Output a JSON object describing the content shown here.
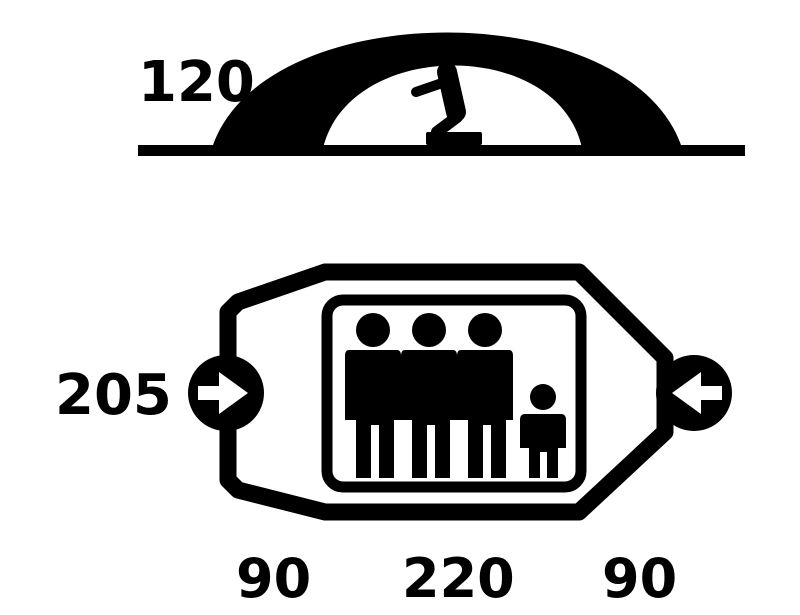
{
  "dimensions": {
    "height": "120",
    "width": "205",
    "vestibule_left": "90",
    "inner_length": "220",
    "vestibule_right": "90"
  },
  "icons": {
    "side_view": "tent-side-profile-icon",
    "seated_person": "seated-person-icon",
    "floor_plan": "tent-floor-plan-icon",
    "people": [
      "adult-person-icon",
      "adult-person-icon",
      "adult-person-icon",
      "child-person-icon"
    ],
    "entrances": [
      "entrance-arrow-right-icon",
      "entrance-arrow-left-icon"
    ]
  },
  "colors": {
    "ink": "#000000",
    "background": "#ffffff"
  }
}
